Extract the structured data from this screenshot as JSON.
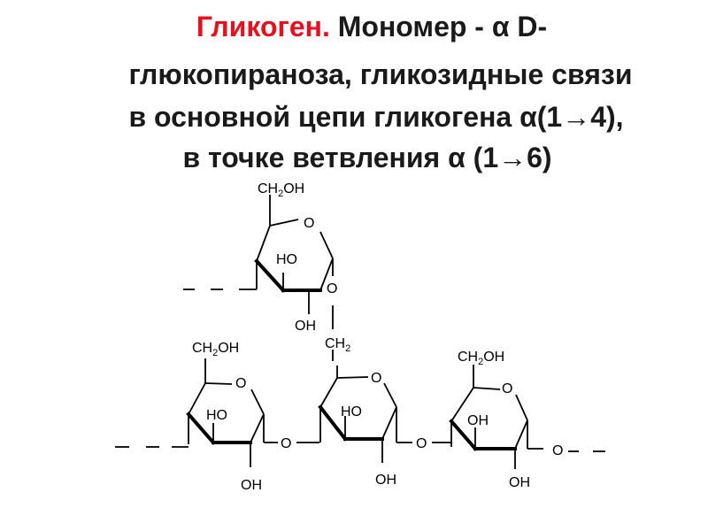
{
  "title": {
    "glycogen": "Гликоген.",
    "line1_rest": "Мономер - α D-",
    "line2": "глюкопираноза, гликозидные связи",
    "line3": "в основной цепи гликогена α(1→4),",
    "line4": "в точке ветвления α (1→6)"
  },
  "labels": {
    "ch2oh": "CH",
    "ch2oh_sub": "2",
    "ch2oh_tail": "OH",
    "ring_o": "O",
    "ho": "HO",
    "oh": "OH",
    "link_o": "O",
    "ch2_main": "CH",
    "ch2_sub": "2"
  },
  "colors": {
    "accent": "#e8101e",
    "text": "#1a1a1a"
  }
}
